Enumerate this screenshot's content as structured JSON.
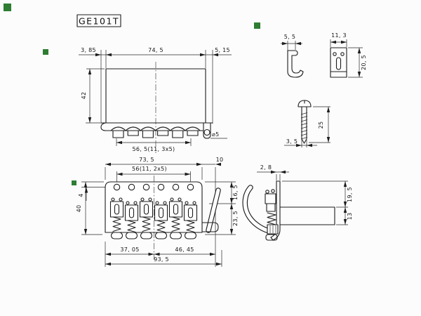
{
  "title_label": "GE101T",
  "marks_color": "#2e7d32",
  "plan_view": {
    "offset_left": "3, 85",
    "plate_width": "74, 5",
    "offset_right": "5, 15",
    "plate_depth": "42",
    "screw_spacing": "56, 5(11, 3x5)",
    "hole_dia": "⌀5"
  },
  "string_guide": {
    "side_width": "5, 5",
    "front_width": "11, 3",
    "height": "20, 5"
  },
  "screw": {
    "length": "25",
    "diameter": "3, 5"
  },
  "front_view": {
    "plate_width": "73, 5",
    "string_spacing": "56(11, 2x5)",
    "arm_offset": "10",
    "total_height": "40",
    "hole_offset": "4",
    "upper_height": "16, 5",
    "lower_height": "23, 5",
    "span_left": "37, 05",
    "span_right": "46, 45",
    "overall_width": "93, 5"
  },
  "side_view": {
    "plate_thickness": "2, 8",
    "block_top_offset": "19, 5",
    "block_height": "13"
  }
}
